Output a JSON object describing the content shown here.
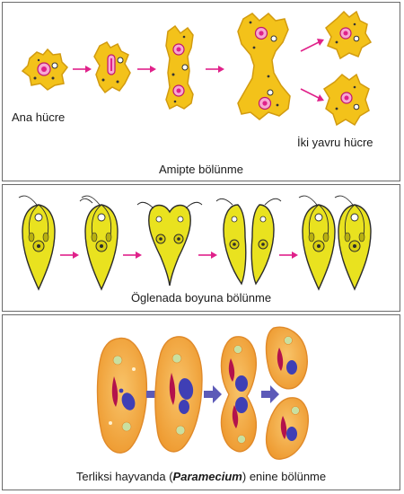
{
  "panels": {
    "amitosis": {
      "caption": "Amipte bölünme",
      "label_mother": "Ana hücre",
      "label_daughters": "İki yavru hücre"
    },
    "euglena": {
      "caption": "Öglenada boyuna bölünme"
    },
    "paramecium": {
      "caption_prefix": "Terliksi hayvanda (",
      "caption_italic": "Paramecium",
      "caption_suffix": ") enine bölünme"
    }
  },
  "colors": {
    "panel_border": "#6b6b6b",
    "amoeba_fill": "#f3c21a",
    "amoeba_edge": "#d29b10",
    "euglena_fill": "#e9e21f",
    "euglena_edge": "#2c2c2c",
    "paramecium_fill": "#f2a642",
    "paramecium_edge": "#e08a2a",
    "arrow_pink": "#e0218a",
    "arrow_blue": "#5c5ab8",
    "nucleus_pink": "#e0218a",
    "nucleus_blue": "#3f3fb5"
  },
  "icons": [
    "amoeba-cell-icon",
    "euglena-cell-icon",
    "paramecium-cell-icon",
    "arrow-right-icon"
  ]
}
